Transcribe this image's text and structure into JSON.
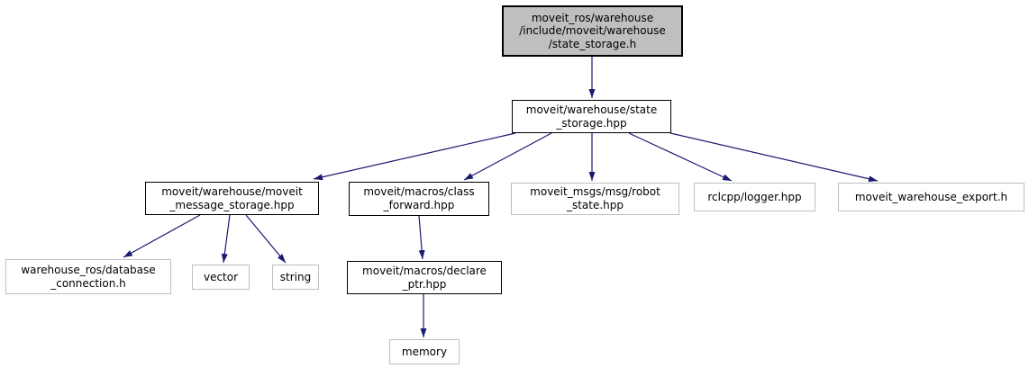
{
  "graph": {
    "kind": "include-dependency-graph",
    "colors": {
      "edge": "#191970",
      "root_fill": "#bfbfbf",
      "node_fill": "#ffffff",
      "linked_border": "#000000",
      "external_border": "#bfbfbf",
      "text": "#000000",
      "background": "#ffffff"
    },
    "nodes": [
      {
        "id": "root",
        "label": "moveit_ros/warehouse\n/include/moveit/warehouse\n/state_storage.h",
        "style": "current-file"
      },
      {
        "id": "state_storage",
        "label": "moveit/warehouse/state\n_storage.hpp",
        "style": "linked"
      },
      {
        "id": "msg_storage",
        "label": "moveit/warehouse/moveit\n_message_storage.hpp",
        "style": "linked"
      },
      {
        "id": "class_forward",
        "label": "moveit/macros/class\n_forward.hpp",
        "style": "linked"
      },
      {
        "id": "robot_state",
        "label": "moveit_msgs/msg/robot\n_state.hpp",
        "style": "external"
      },
      {
        "id": "rclcpp_logger",
        "label": "rclcpp/logger.hpp",
        "style": "external"
      },
      {
        "id": "export",
        "label": "moveit_warehouse_export.h",
        "style": "external"
      },
      {
        "id": "database",
        "label": "warehouse_ros/database\n_connection.h",
        "style": "external"
      },
      {
        "id": "vector",
        "label": "vector",
        "style": "external"
      },
      {
        "id": "string",
        "label": "string",
        "style": "external"
      },
      {
        "id": "declare_ptr",
        "label": "moveit/macros/declare\n_ptr.hpp",
        "style": "linked"
      },
      {
        "id": "memory",
        "label": "memory",
        "style": "external"
      }
    ],
    "edges": [
      {
        "from": "root",
        "to": "state_storage"
      },
      {
        "from": "state_storage",
        "to": "msg_storage"
      },
      {
        "from": "state_storage",
        "to": "class_forward"
      },
      {
        "from": "state_storage",
        "to": "robot_state"
      },
      {
        "from": "state_storage",
        "to": "rclcpp_logger"
      },
      {
        "from": "state_storage",
        "to": "export"
      },
      {
        "from": "msg_storage",
        "to": "database"
      },
      {
        "from": "msg_storage",
        "to": "vector"
      },
      {
        "from": "msg_storage",
        "to": "string"
      },
      {
        "from": "class_forward",
        "to": "declare_ptr"
      },
      {
        "from": "declare_ptr",
        "to": "memory"
      }
    ]
  }
}
